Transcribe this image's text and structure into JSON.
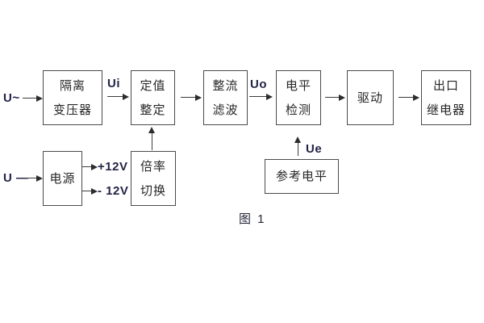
{
  "figure": {
    "caption": "图 1",
    "type": "block-diagram",
    "description_colors": {
      "line": "#4a4a4a",
      "cjk_text": "#262626",
      "latin_label": "#232347",
      "background": "#ffffff"
    }
  },
  "blocks": [
    {
      "id": "isolation-transformer",
      "lines": [
        "隔离",
        "变压器"
      ]
    },
    {
      "id": "setpoint-setting",
      "lines": [
        "定值",
        "整定"
      ]
    },
    {
      "id": "rectifier-filter",
      "lines": [
        "整流",
        "滤波"
      ]
    },
    {
      "id": "level-detection",
      "lines": [
        "电平",
        "检测"
      ]
    },
    {
      "id": "driver",
      "lines": [
        "驱动"
      ]
    },
    {
      "id": "output-relay",
      "lines": [
        "出口",
        "继电器"
      ]
    },
    {
      "id": "power-supply",
      "lines": [
        "电源"
      ]
    },
    {
      "id": "ratio-switching",
      "lines": [
        "倍率",
        "切换"
      ]
    },
    {
      "id": "reference-level",
      "lines": [
        "参考电平"
      ]
    }
  ],
  "labels": {
    "ac_input": "U~",
    "dc_input": "U —",
    "ui": "Ui",
    "uo": "Uo",
    "ue": "Ue",
    "plus_12v": "+12V",
    "minus_12v": "- 12V"
  }
}
